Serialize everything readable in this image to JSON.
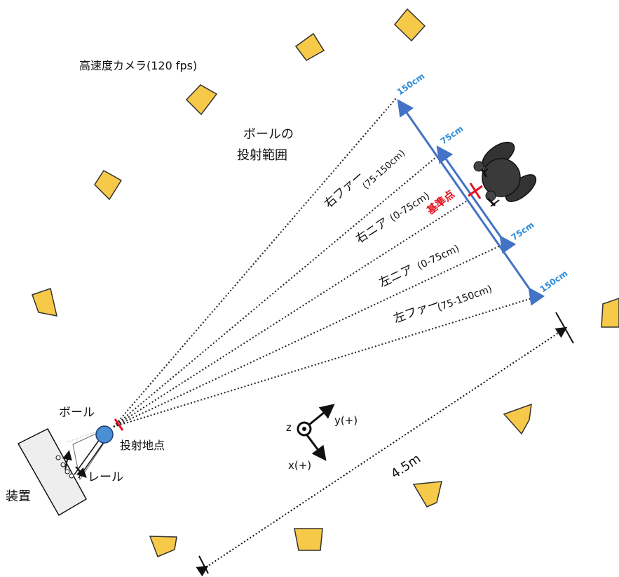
{
  "labels": {
    "camera": "高速度カメラ(120 fps)",
    "range_line1": "ボールの",
    "range_line2": "投射範囲",
    "ball": "ボール",
    "launch_point": "投射地点",
    "rail": "レール",
    "device": "装置",
    "reference_point": "基準点",
    "distance": "4.5m",
    "zone_right_far": "右ファー",
    "zone_right_far_range": "(75-150cm)",
    "zone_right_near": "右ニア",
    "zone_right_near_range": "(0-75cm)",
    "zone_left_near": "左ニア",
    "zone_left_near_range": "(0-75cm)",
    "zone_left_far": "左ファー",
    "zone_left_far_range": "(75-150cm)",
    "dist_150_top": "150cm",
    "dist_75_top": "75cm",
    "dist_75_bottom": "75cm",
    "dist_150_bottom": "150cm",
    "axis_z": "z",
    "axis_y": "y(+)",
    "axis_x": "x(+)"
  },
  "colors": {
    "camera": "#F7C948",
    "camera_stroke": "#333333",
    "ball": "#4A8FD4",
    "arrow_blue": "#4472C4",
    "label_blue": "#2E8BD6",
    "reference_red": "#E8101F",
    "dark": "#222222"
  }
}
